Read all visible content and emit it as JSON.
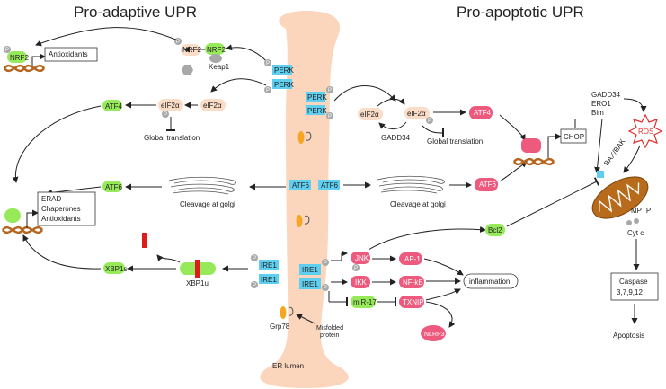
{
  "titles": {
    "left": "Pro-adaptive UPR",
    "right": "Pro-apoptotic UPR"
  },
  "labels": {
    "nrf2": "NRF2",
    "p": "P",
    "antioxidants": "Antioxidants",
    "keap1": "Keap1",
    "perk": "PERK",
    "eif2a": "eIF2α",
    "atf4": "ATF4",
    "global_translation": "Global translation",
    "gadd34": "GADD34",
    "chop": "CHOP",
    "atf6": "ATF6",
    "cleavage_at_golgi": "Cleavage at golgi",
    "erad": "ERAD",
    "chaperones": "Chaperones",
    "xbp1s": "XBP1s",
    "xbp1u": "XBP1u",
    "ire1": "IRE1",
    "jnk": "JNK",
    "ap1": "AP-1",
    "ikk": "IKK",
    "nfkb": "NF-kB",
    "inflammation": "inflammation",
    "mir17": "miR-17",
    "txnip": "TXNIP",
    "nlrp3": "NLRP3",
    "grp78": "Grp78",
    "misfolded_protein": [
      "Misfolded",
      "protein"
    ],
    "er_lumen": "ER lumen",
    "bcl2": "Bcl2",
    "gadd34_ero1_bim": [
      "GADD34",
      "ERO1",
      "Bim"
    ],
    "ros": "ROS",
    "bax_bak": "BAX/BAK",
    "mptp": "MPTP",
    "cyt_c": "Cyt c",
    "caspase": [
      "Caspase",
      "3,7,9,12"
    ],
    "apoptosis": "Apoptosis"
  },
  "colors": {
    "er": "#fbd6bd",
    "receptor": "#5ecff0",
    "adaptive": "#96ea5a",
    "apoptotic": "#ee5a7e",
    "eif": "#fbdcc7",
    "phospho": "#a8a8a8",
    "grp78": "#f5a623",
    "dna": "#b5651d",
    "mito": "#b86b1a",
    "ros": "#e0302e"
  }
}
